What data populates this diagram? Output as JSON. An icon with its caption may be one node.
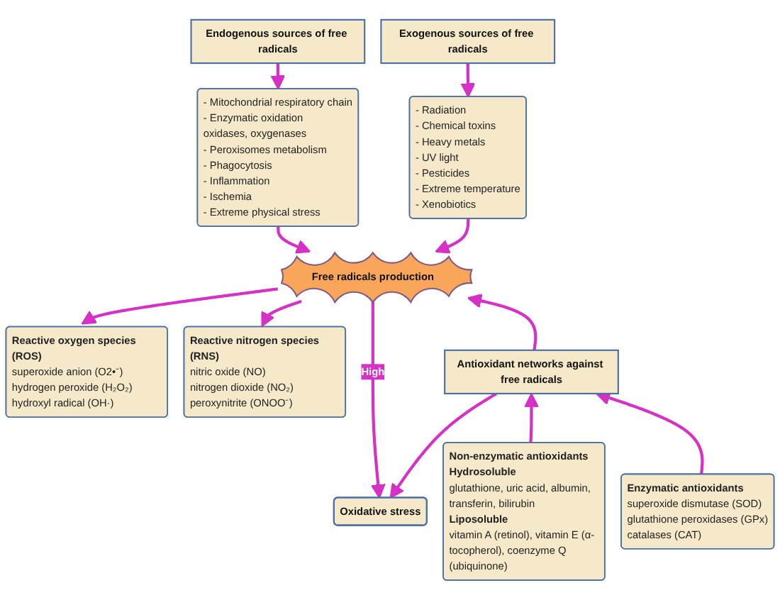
{
  "diagram": {
    "nodes": [
      {
        "text": [
          "Endogenous sources of free radicals"
        ]
      },
      {
        "text": [
          "- Mitochondrial respiratory chain",
          "- Enzymatic oxidation",
          "oxidases, oxygenases",
          "- Peroxisomes metabolism",
          "- Phagocytosis",
          "- Inflammation",
          "- Ischemia",
          "- Extreme physical stress"
        ]
      },
      {
        "text": [
          "Exogenous sources of free radicals"
        ]
      },
      {
        "text": [
          "- Radiation",
          "- Chemical toxins",
          "- Heavy metals",
          "- UV light",
          "- Pesticides",
          "- Extreme temperature",
          "- Xenobiotics"
        ]
      },
      {
        "text": [
          "Free radicals production"
        ]
      },
      {
        "text": [
          "Reactive oxygen species (ROS)",
          "superoxide anion (O2•⁻)",
          "hydrogen peroxide (H₂O₂)",
          "hydroxyl radical (OH·)"
        ]
      },
      {
        "text": [
          "Reactive nitrogen species (RNS)",
          "nitric oxide (NO)",
          "nitrogen dioxide (NO₂)",
          "peroxynitrite (ONOO⁻)"
        ]
      },
      {
        "text": [
          "Antioxidant networks against free radicals"
        ]
      },
      {
        "text": [
          "Oxidative stress"
        ]
      },
      {
        "text": [
          "Non-enzymatic antioxidants",
          "Hydrosoluble",
          "glutathione, uric acid, albumin, transferin, bilirubin",
          "Liposoluble",
          "vitamin A (retinol), vitamin E (α-tocopherol), coenzyme Q (ubiquinone)"
        ]
      },
      {
        "text": [
          "Enzymatic antioxidants",
          "superoxide dismutase (SOD)",
          "glutathione peroxidases (GPx)",
          "catalases (CAT)"
        ]
      }
    ],
    "edges": [
      {
        "from": 0,
        "to": 1,
        "arrow": "to"
      },
      {
        "from": 2,
        "to": 3,
        "arrow": "to"
      },
      {
        "from": 1,
        "to": 4,
        "arrow": "to"
      },
      {
        "from": 3,
        "to": 4,
        "arrow": "to"
      },
      {
        "from": 4,
        "to": 5,
        "arrow": "to"
      },
      {
        "from": 4,
        "to": 6,
        "arrow": "to"
      },
      {
        "from": 4,
        "to": 8,
        "arrow": "to",
        "label": "High"
      },
      {
        "from": 7,
        "to": 8,
        "arrow": "to"
      },
      {
        "from": 7,
        "to": 4,
        "arrow": "to"
      },
      {
        "from": 9,
        "to": 7,
        "arrow": "to"
      },
      {
        "from": 10,
        "to": 7,
        "arrow": "to"
      }
    ]
  }
}
